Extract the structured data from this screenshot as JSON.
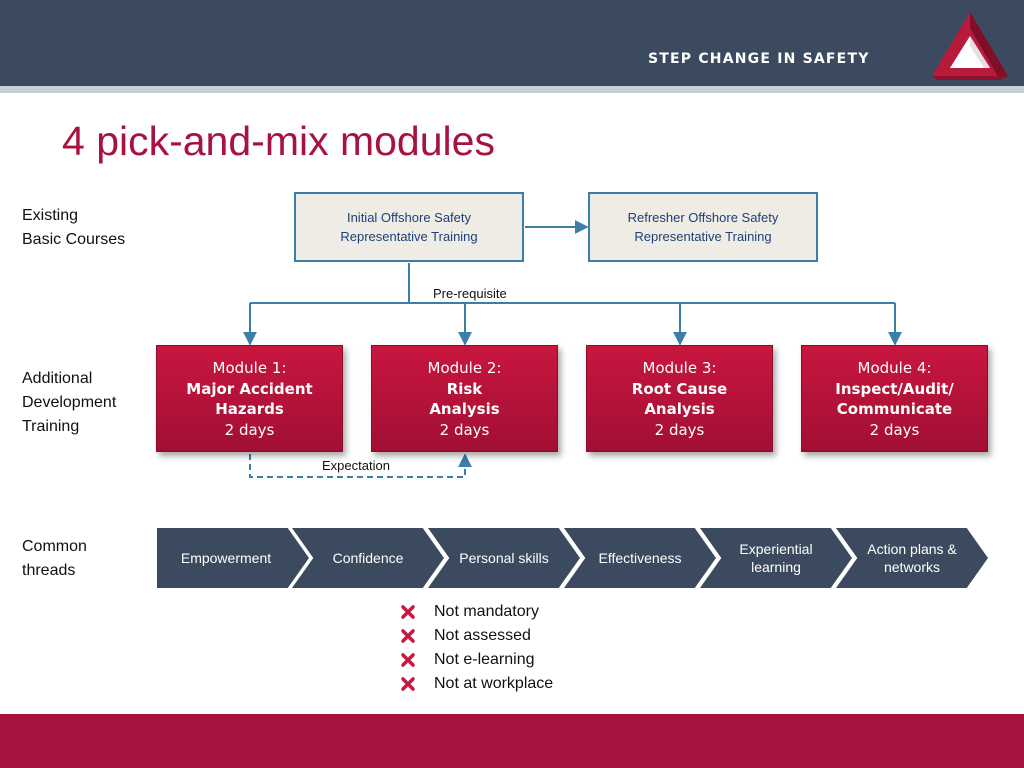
{
  "header": {
    "brand": "STEP CHANGE IN SAFETY",
    "logo_icon": "red-triangle-logo-icon",
    "bar_color": "#3b4a5e"
  },
  "title": "4 pick-and-mix modules",
  "rows": {
    "existing": [
      "Existing",
      "Basic Courses"
    ],
    "additional": [
      "Additional",
      "Development",
      "Training"
    ],
    "common": [
      "Common",
      "threads"
    ]
  },
  "basic_courses": [
    {
      "line1": "Initial Offshore Safety",
      "line2": "Representative Training"
    },
    {
      "line1": "Refresher Offshore Safety",
      "line2": "Representative Training"
    }
  ],
  "labels": {
    "prerequisite": "Pre-requisite",
    "expectation": "Expectation"
  },
  "modules": [
    {
      "number": "Module 1:",
      "name_line1": "Major Accident",
      "name_line2": "Hazards",
      "duration": "2 days"
    },
    {
      "number": "Module 2:",
      "name_line1": "Risk",
      "name_line2": "Analysis",
      "duration": "2 days"
    },
    {
      "number": "Module 3:",
      "name_line1": "Root Cause",
      "name_line2": "Analysis",
      "duration": "2 days"
    },
    {
      "number": "Module 4:",
      "name_line1": "Inspect/Audit/",
      "name_line2": "Communicate",
      "duration": "2 days"
    }
  ],
  "threads": [
    {
      "line1": "Empowerment",
      "line2": ""
    },
    {
      "line1": "Confidence",
      "line2": ""
    },
    {
      "line1": "Personal skills",
      "line2": ""
    },
    {
      "line1": "Effectiveness",
      "line2": ""
    },
    {
      "line1": "Experiential",
      "line2": "learning"
    },
    {
      "line1": "Action plans &",
      "line2": "networks"
    }
  ],
  "not_list": [
    {
      "text": "Not mandatory",
      "icon": "red-cross-icon"
    },
    {
      "text": "Not assessed",
      "icon": "red-cross-icon"
    },
    {
      "text": "Not e-learning",
      "icon": "red-cross-icon"
    },
    {
      "text": "Not at workplace",
      "icon": "red-cross-icon"
    }
  ],
  "colors": {
    "accent": "#a8123e",
    "navy": "#3b4a5e",
    "connector": "#3b7ea8",
    "box_fill": "#eeece4"
  }
}
